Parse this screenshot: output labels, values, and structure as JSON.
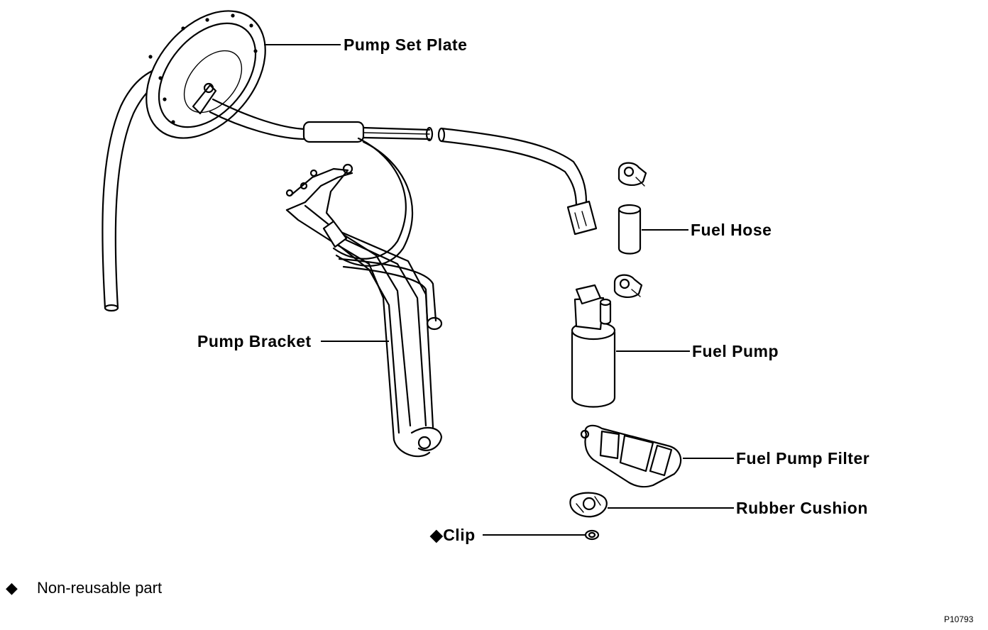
{
  "labels": {
    "pump_set_plate": "Pump Set Plate",
    "fuel_hose": "Fuel Hose",
    "pump_bracket": "Pump Bracket",
    "fuel_pump": "Fuel Pump",
    "fuel_pump_filter": "Fuel Pump Filter",
    "rubber_cushion": "Rubber Cushion",
    "clip": "◆Clip"
  },
  "legend": {
    "symbol": "◆",
    "text": "Non-reusable part"
  },
  "figure_id": "P10793"
}
